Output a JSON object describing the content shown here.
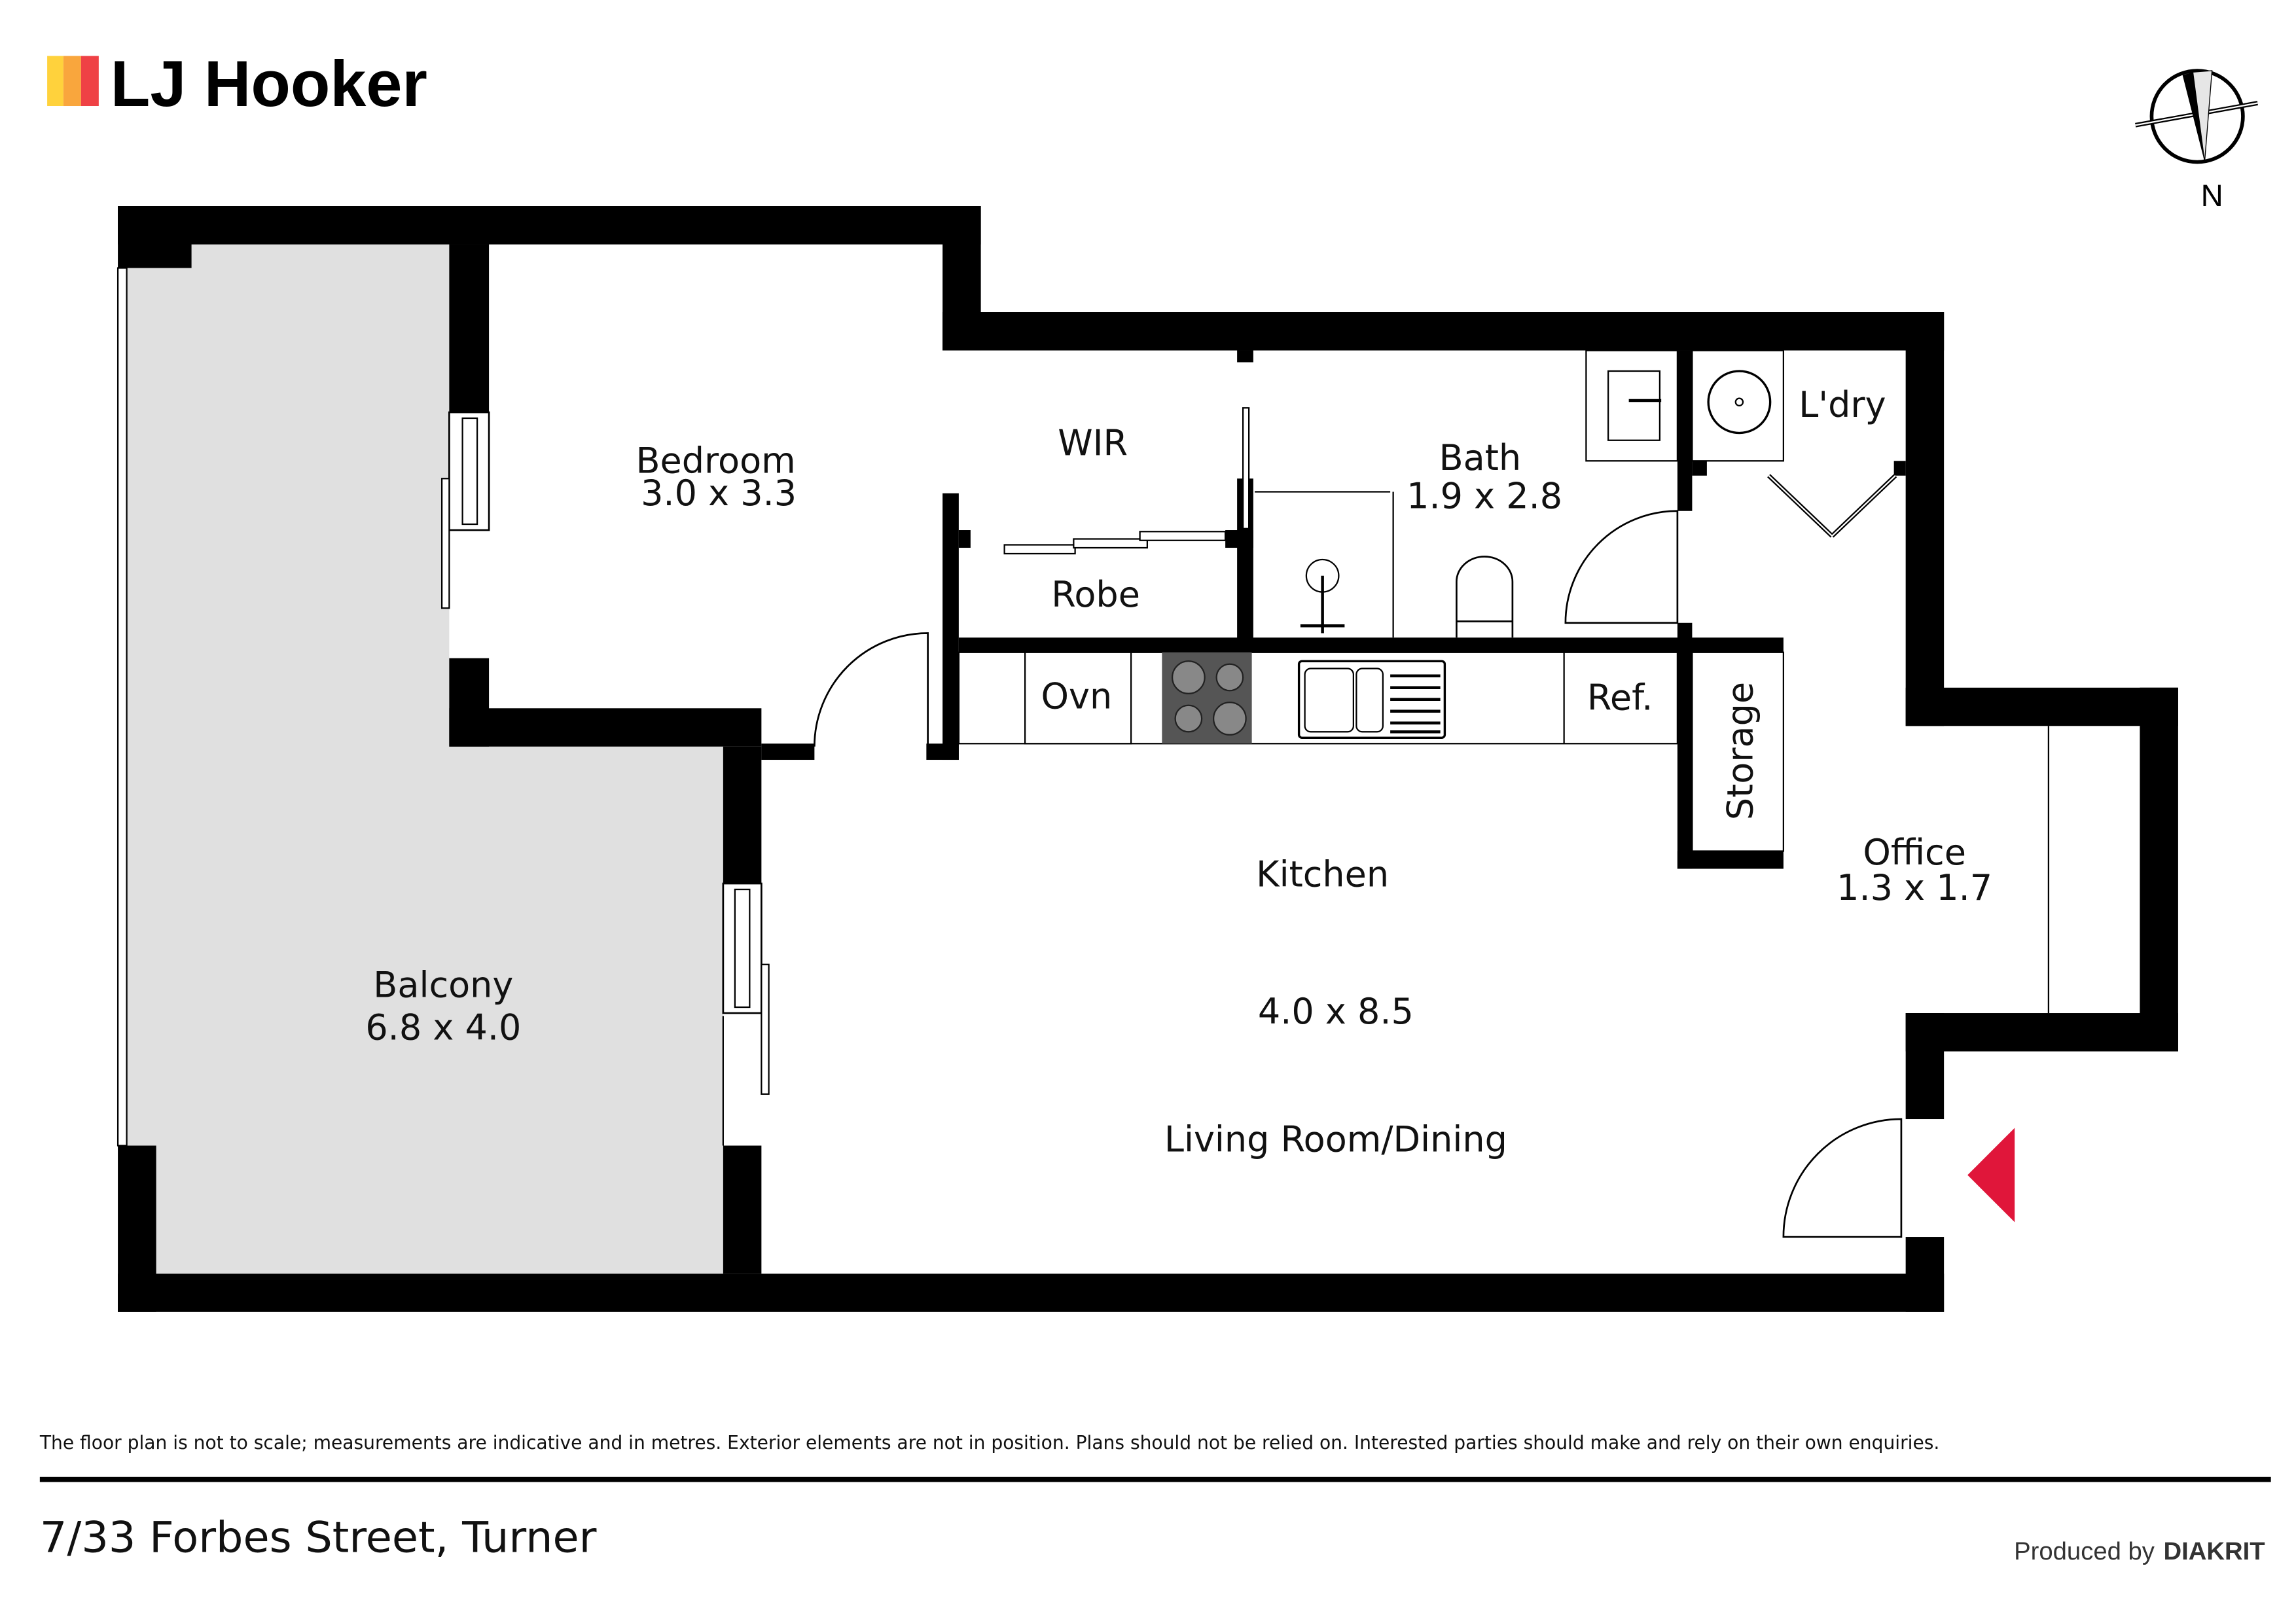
{
  "brand": {
    "name": "LJ Hooker",
    "colors": [
      "#FFD23C",
      "#F9A63D",
      "#EF4145"
    ]
  },
  "compass": {
    "label": "N"
  },
  "rooms": {
    "bedroom": {
      "name": "Bedroom",
      "size": "3.0 x 3.3"
    },
    "wir": {
      "name": "WIR"
    },
    "robe": {
      "name": "Robe"
    },
    "bath": {
      "name": "Bath",
      "size": "1.9 x 2.8"
    },
    "laundry": {
      "name": "L'dry"
    },
    "oven": {
      "name": "Ovn"
    },
    "fridge": {
      "name": "Ref."
    },
    "storage": {
      "name": "Storage"
    },
    "kitchen": {
      "name": "Kitchen"
    },
    "living": {
      "size": "4.0 x 8.5",
      "name": "Living Room/Dining"
    },
    "office": {
      "name": "Office",
      "size": "1.3 x 1.7"
    },
    "balcony": {
      "name": "Balcony",
      "size": "6.8 x 4.0"
    }
  },
  "colors": {
    "balcony_fill": "#E0E0E0",
    "entry_marker": "#E0163A",
    "cooktop": "#555555"
  },
  "footer": {
    "disclaimer": "The floor plan is not to scale; measurements are indicative and in metres. Exterior elements are not in position. Plans should not be relied on. Interested parties should make and rely on their own enquiries.",
    "address": "7/33 Forbes Street, Turner",
    "produced_by": "Produced by",
    "producer": "DIAKRIT"
  }
}
